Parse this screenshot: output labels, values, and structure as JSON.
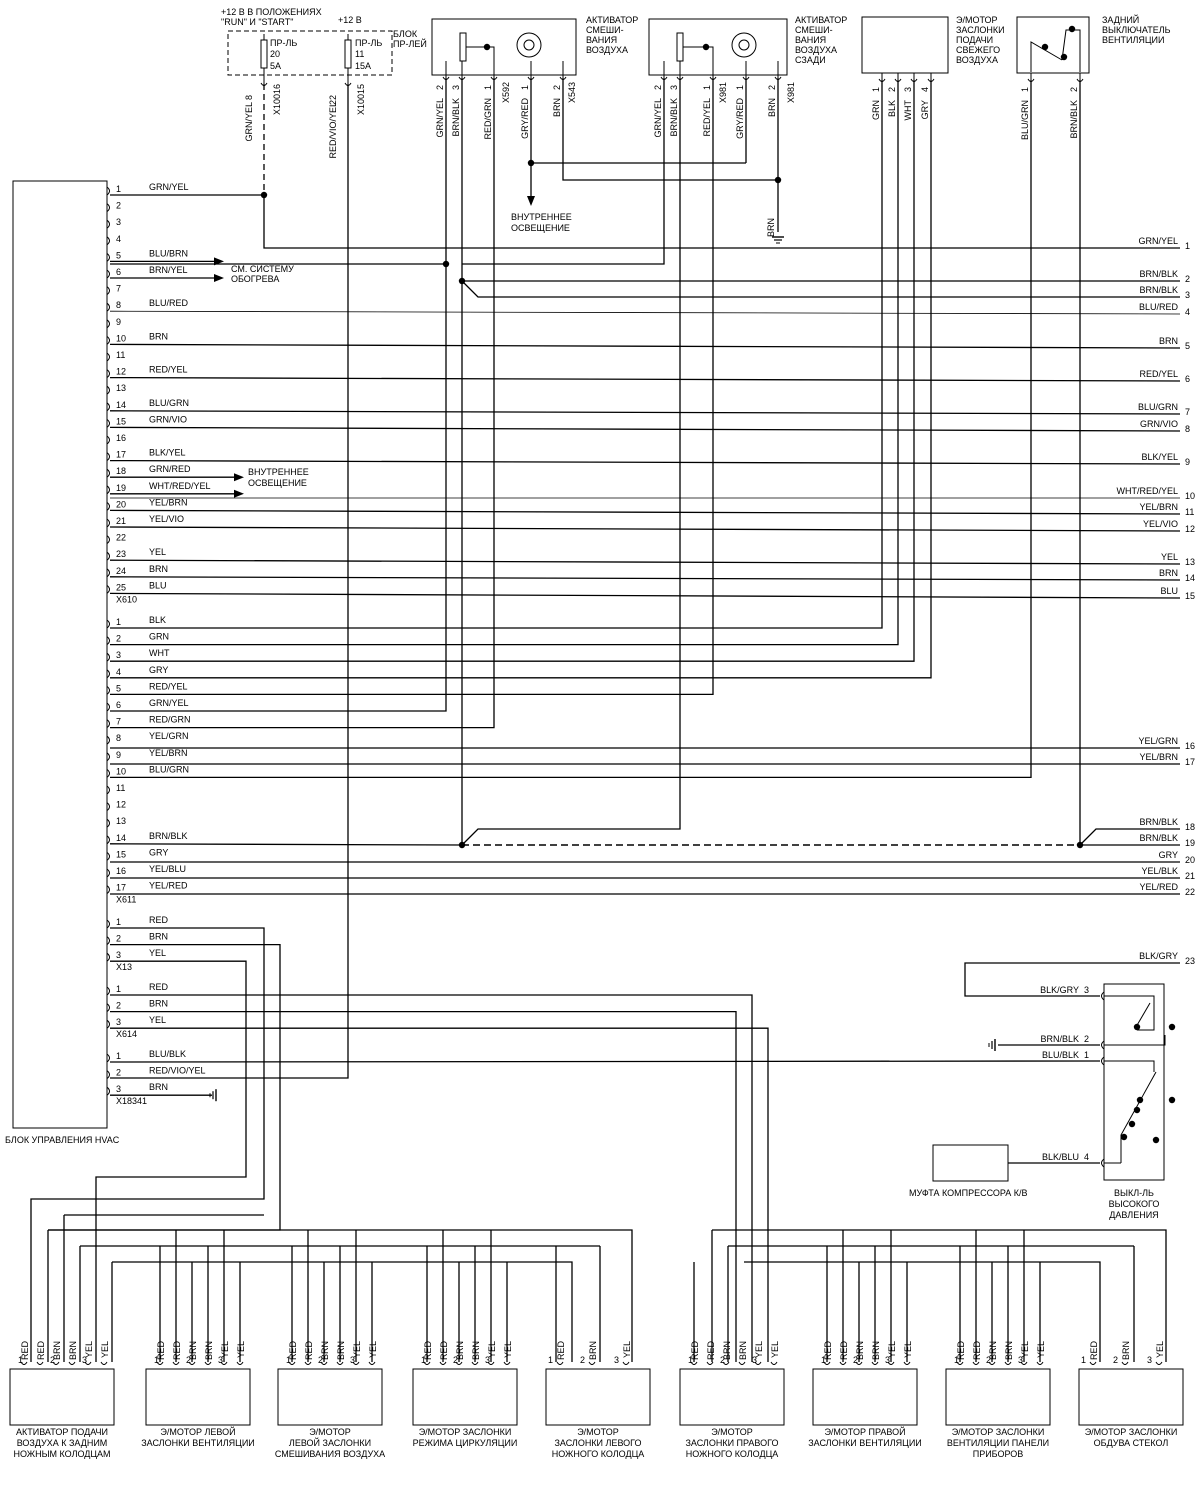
{
  "top_labels": {
    "power_run_start": [
      "+12 В В ПОЛОЖЕНИЯХ",
      "\"RUN\" И \"START\""
    ],
    "power_12v": "+12 В",
    "relay_block": [
      "БЛОК",
      "ПР-ЛЕЙ"
    ],
    "fuse20": [
      "ПР-ЛЬ",
      "20",
      "5A"
    ],
    "fuse11": [
      "ПР-ЛЬ",
      "11",
      "15A"
    ],
    "fuse_conn1": [
      "8",
      "GRN/YEL",
      "X10016"
    ],
    "fuse_conn2": [
      "22",
      "RED/VIO/YEL",
      "X10015"
    ]
  },
  "top_components": [
    {
      "name": "blend-actuator",
      "label": [
        "АКТИВАТОР",
        "СМЕШИ-",
        "ВАНИЯ",
        "ВОЗДУХА"
      ],
      "connector": "X592",
      "conn2": "X543",
      "pins": [
        "2",
        "3",
        "1",
        "1",
        "2"
      ],
      "wires": [
        "GRN/YEL",
        "BRN/BLK",
        "RED/GRN",
        "GRY/RED",
        "BRN"
      ]
    },
    {
      "name": "rear-blend-actuator",
      "label": [
        "АКТИВАТОР",
        "СМЕШИ-",
        "ВАНИЯ",
        "ВОЗДУХА",
        "СЗАДИ"
      ],
      "connector": "X981",
      "conn2": "X981",
      "pins": [
        "2",
        "3",
        "1",
        "1",
        "2"
      ],
      "wires": [
        "GRN/YEL",
        "BRN/BLK",
        "RED/YEL",
        "GRY/RED",
        "BRN"
      ]
    },
    {
      "name": "fresh-air-motor",
      "label": [
        "Э/МОТОР",
        "ЗАСЛОНКИ",
        "ПОДАЧИ",
        "СВЕЖЕГО",
        "ВОЗДУХА"
      ],
      "pins": [
        "1",
        "2",
        "3",
        "4"
      ],
      "wires": [
        "GRN",
        "BLK",
        "WHT",
        "GRY"
      ]
    },
    {
      "name": "rear-vent-switch",
      "label": [
        "ЗАДНИЙ",
        "ВЫКЛЮЧАТЕЛЬ",
        "ВЕНТИЛЯЦИИ"
      ],
      "pins": [
        "1",
        "2"
      ],
      "wires": [
        "BLU/GRN",
        "BRN/BLK"
      ]
    }
  ],
  "notes": {
    "interior_light_1": [
      "ВНУТРЕННЕЕ",
      "ОСВЕЩЕНИЕ"
    ],
    "interior_light_2": [
      "ВНУТРЕННЕЕ",
      "ОСВЕЩЕНИЕ"
    ],
    "heating": [
      "СМ. СИСТЕМУ",
      "ОБОГРЕВА"
    ],
    "ground_wire": "BRN"
  },
  "hvac_module": {
    "label": "БЛОК УПРАВЛЕНИЯ HVAC",
    "connectors": [
      {
        "name": "X610",
        "pins": [
          [
            "1",
            "GRN/YEL"
          ],
          [
            "2",
            ""
          ],
          [
            "3",
            ""
          ],
          [
            "4",
            ""
          ],
          [
            "5",
            "BLU/BRN"
          ],
          [
            "6",
            "BRN/YEL"
          ],
          [
            "7",
            ""
          ],
          [
            "8",
            "BLU/RED"
          ],
          [
            "9",
            ""
          ],
          [
            "10",
            "BRN"
          ],
          [
            "11",
            ""
          ],
          [
            "12",
            "RED/YEL"
          ],
          [
            "13",
            ""
          ],
          [
            "14",
            "BLU/GRN"
          ],
          [
            "15",
            "GRN/VIO"
          ],
          [
            "16",
            ""
          ],
          [
            "17",
            "BLK/YEL"
          ],
          [
            "18",
            "GRN/RED"
          ],
          [
            "19",
            "WHT/RED/YEL"
          ],
          [
            "20",
            "YEL/BRN"
          ],
          [
            "21",
            "YEL/VIO"
          ],
          [
            "22",
            ""
          ],
          [
            "23",
            "YEL"
          ],
          [
            "24",
            "BRN"
          ],
          [
            "25",
            "BLU"
          ]
        ]
      },
      {
        "name": "X611",
        "pins": [
          [
            "1",
            "BLK"
          ],
          [
            "2",
            "GRN"
          ],
          [
            "3",
            "WHT"
          ],
          [
            "4",
            "GRY"
          ],
          [
            "5",
            "RED/YEL"
          ],
          [
            "6",
            "GRN/YEL"
          ],
          [
            "7",
            "RED/GRN"
          ],
          [
            "8",
            "YEL/GRN"
          ],
          [
            "9",
            "YEL/BRN"
          ],
          [
            "10",
            "BLU/GRN"
          ],
          [
            "11",
            ""
          ],
          [
            "12",
            ""
          ],
          [
            "13",
            ""
          ],
          [
            "14",
            "BRN/BLK"
          ],
          [
            "15",
            "GRY"
          ],
          [
            "16",
            "YEL/BLU"
          ],
          [
            "17",
            "YEL/RED"
          ]
        ]
      },
      {
        "name": "X13",
        "pins": [
          [
            "1",
            "RED"
          ],
          [
            "2",
            "BRN"
          ],
          [
            "3",
            "YEL"
          ]
        ]
      },
      {
        "name": "X614",
        "pins": [
          [
            "1",
            "RED"
          ],
          [
            "2",
            "BRN"
          ],
          [
            "3",
            "YEL"
          ]
        ]
      },
      {
        "name": "X18341",
        "pins": [
          [
            "1",
            "BLU/BLK"
          ],
          [
            "2",
            "RED/VIO/YEL"
          ],
          [
            "3",
            "BRN"
          ]
        ]
      }
    ]
  },
  "right_refs": [
    [
      "GRN/YEL",
      "1"
    ],
    [
      "BRN/BLK",
      "2"
    ],
    [
      "BRN/BLK",
      "3"
    ],
    [
      "BLU/RED",
      "4"
    ],
    [
      "BRN",
      "5"
    ],
    [
      "RED/YEL",
      "6"
    ],
    [
      "BLU/GRN",
      "7"
    ],
    [
      "GRN/VIO",
      "8"
    ],
    [
      "BLK/YEL",
      "9"
    ],
    [
      "WHT/RED/YEL",
      "10"
    ],
    [
      "YEL/BRN",
      "11"
    ],
    [
      "YEL/VIO",
      "12"
    ],
    [
      "YEL",
      "13"
    ],
    [
      "BRN",
      "14"
    ],
    [
      "BLU",
      "15"
    ],
    [
      "YEL/GRN",
      "16"
    ],
    [
      "YEL/BRN",
      "17"
    ],
    [
      "BRN/BLK",
      "18"
    ],
    [
      "BRN/BLK",
      "19"
    ],
    [
      "GRY",
      "20"
    ],
    [
      "YEL/BLK",
      "21"
    ],
    [
      "YEL/RED",
      "22"
    ],
    [
      "BLK/GRY",
      "23"
    ]
  ],
  "pressure_switch": {
    "label": [
      "ВЫКЛ-ЛЬ",
      "ВЫСОКОГО",
      "ДАВЛЕНИЯ"
    ],
    "pins": [
      [
        "BLK/GRY",
        "3"
      ],
      [
        "BRN/BLK",
        "2"
      ],
      [
        "BLU/BLK",
        "1"
      ],
      [
        "BLK/BLU",
        "4"
      ]
    ]
  },
  "compressor_clutch": "МУФТА КОМПРЕССОРА К/В",
  "bottom_components": [
    {
      "name": "rear-footwell-actuator",
      "label": [
        "АКТИВАТОР ПОДАЧИ",
        "ВОЗДУХА К ЗАДНИМ",
        "НОЖНЫМ КОЛОДЦАМ"
      ],
      "wires": [
        "RED",
        "RED",
        "BRN",
        "BRN",
        "YEL",
        "YEL"
      ],
      "pins": [
        "1",
        "2",
        "3"
      ]
    },
    {
      "name": "left-vent-motor",
      "label": [
        "Э/МОТОР ЛЕВОЙ",
        "ЗАСЛОНКИ ВЕНТИЛЯЦИИ"
      ],
      "wires": [
        "RED",
        "RED",
        "BRN",
        "BRN",
        "YEL",
        "YEL"
      ],
      "pins": [
        "1",
        "2",
        "3"
      ]
    },
    {
      "name": "left-blend-motor",
      "label": [
        "Э/МОТОР",
        "ЛЕВОЙ ЗАСЛОНКИ",
        "СМЕШИВАНИЯ ВОЗДУХА"
      ],
      "wires": [
        "RED",
        "RED",
        "BRN",
        "BRN",
        "YEL",
        "YEL"
      ],
      "pins": [
        "1",
        "2",
        "3"
      ]
    },
    {
      "name": "recirc-motor",
      "label": [
        "Э/МОТОР ЗАСЛОНКИ",
        "РЕЖИМА ЦИРКУЛЯЦИИ"
      ],
      "wires": [
        "RED",
        "RED",
        "BRN",
        "BRN",
        "YEL",
        "YEL"
      ],
      "pins": [
        "1",
        "2",
        "3"
      ]
    },
    {
      "name": "left-footwell-motor",
      "label": [
        "Э/МОТОР",
        "ЗАСЛОНКИ ЛЕВОГО",
        "НОЖНОГО КОЛОДЦА"
      ],
      "wires": [
        "RED",
        "BRN",
        "YEL"
      ],
      "pins": [
        "1",
        "2",
        "3"
      ]
    },
    {
      "name": "right-footwell-motor",
      "label": [
        "Э/МОТОР",
        "ЗАСЛОНКИ ПРАВОГО",
        "НОЖНОГО КОЛОДЦА"
      ],
      "wires": [
        "RED",
        "RED",
        "BRN",
        "BRN",
        "YEL",
        "YEL"
      ],
      "pins": [
        "1",
        "2",
        "3"
      ]
    },
    {
      "name": "right-vent-motor",
      "label": [
        "Э/МОТОР ПРАВОЙ",
        "ЗАСЛОНКИ ВЕНТИЛЯЦИИ"
      ],
      "wires": [
        "RED",
        "RED",
        "BRN",
        "BRN",
        "YEL",
        "YEL"
      ],
      "pins": [
        "1",
        "2",
        "3"
      ]
    },
    {
      "name": "dash-vent-motor",
      "label": [
        "Э/МОТОР ЗАСЛОНКИ",
        "ВЕНТИЛЯЦИИ ПАНЕЛИ",
        "ПРИБОРОВ"
      ],
      "wires": [
        "RED",
        "RED",
        "BRN",
        "BRN",
        "YEL",
        "YEL"
      ],
      "pins": [
        "1",
        "2",
        "3"
      ]
    },
    {
      "name": "defrost-motor",
      "label": [
        "Э/МОТОР ЗАСЛОНКИ",
        "ОБДУВА СТЕКОЛ"
      ],
      "wires": [
        "RED",
        "BRN",
        "YEL"
      ],
      "pins": [
        "1",
        "2",
        "3"
      ]
    }
  ]
}
